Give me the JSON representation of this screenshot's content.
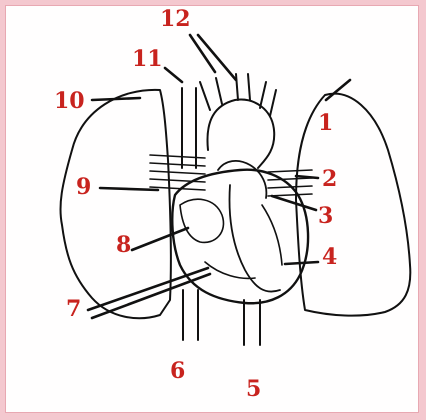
{
  "colors": {
    "label": "#c8231e",
    "line": "#111111",
    "border": "#f4c8cf",
    "background": "#fffefe"
  },
  "labels": [
    {
      "id": "1",
      "text": "1"
    },
    {
      "id": "2",
      "text": "2"
    },
    {
      "id": "3",
      "text": "3"
    },
    {
      "id": "4",
      "text": "4"
    },
    {
      "id": "5",
      "text": "5"
    },
    {
      "id": "6",
      "text": "6"
    },
    {
      "id": "7",
      "text": "7"
    },
    {
      "id": "8",
      "text": "8"
    },
    {
      "id": "9",
      "text": "9"
    },
    {
      "id": "10",
      "text": "10"
    },
    {
      "id": "11",
      "text": "11"
    },
    {
      "id": "12",
      "text": "12"
    }
  ]
}
